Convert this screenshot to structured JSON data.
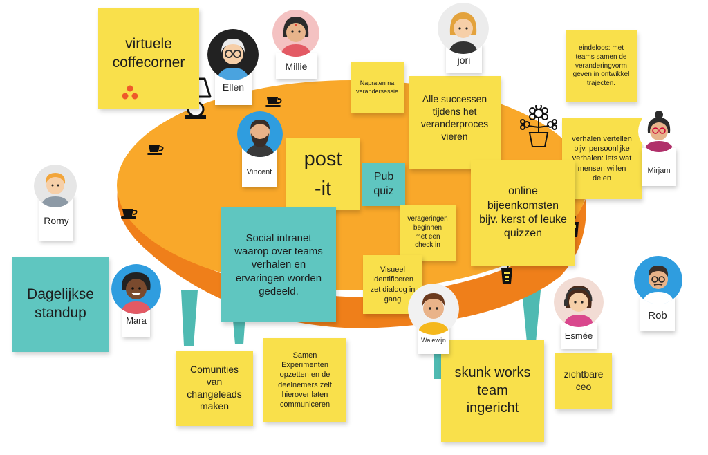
{
  "notes": {
    "koffie": "virtuele coffecorner",
    "napraten": "Napraten na verandersessie",
    "successen": "Alle successen tijdens het veranderproces vieren",
    "eindeloos": "eindeloos: met teams samen de veranderingvorm geven in ontwikkel trajecten.",
    "verhalen": "verhalen vertellen bijv. persoonlijke verhalen: iets wat mensen willen delen",
    "postit": "post-it",
    "pubquiz": "Pub quiz",
    "bijeenkomsten": "online bijeenkomsten bijv. kerst of leuke quizzen",
    "veragering": "verageringen beginnen met een check in",
    "intranet": "Social intranet waarop over teams verhalen en ervaringen worden gedeeld.",
    "visueel": "Visueel Identificeren zet dialoog in gang",
    "standup": "Dagelijkse standup",
    "comunities": "Comunities van changeleads maken",
    "experimenten": "Samen Experimenten opzetten en de deelnemers zelf hierover laten communiceren",
    "skunk": "skunk works team ingericht",
    "ceo": "zichtbare ceo"
  },
  "people": {
    "ellen": "Ellen",
    "millie": "Millie",
    "jori": "jori",
    "vincent": "Vincent",
    "mirjam": "Mirjam",
    "romy": "Romy",
    "mara": "Mara",
    "walewijn": "Walewijn",
    "esmee": "Esmée",
    "rob": "Rob"
  },
  "icons": [
    "coffee-cup-icon",
    "table-lamp-icon",
    "flower-pot-icon",
    "drink-glass-icon"
  ],
  "colors": {
    "yellow_note": "#f9e04b",
    "teal_note": "#5fc6c0",
    "table_top": "#f9a82a",
    "table_side": "#ef7f1a",
    "table_leg": "#4fbab2"
  }
}
